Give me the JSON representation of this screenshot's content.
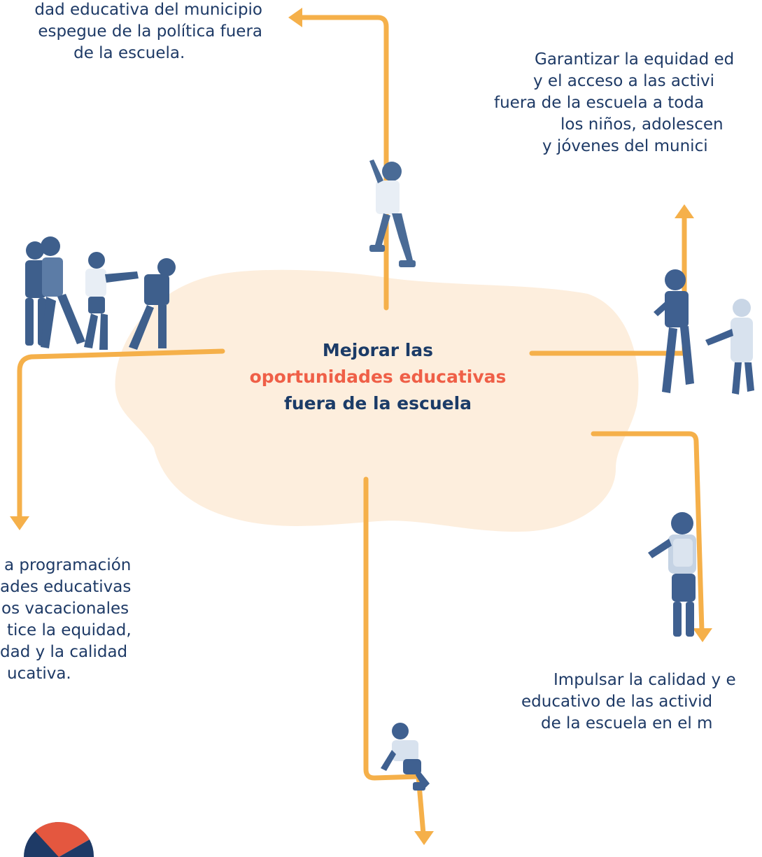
{
  "title": {
    "line1": "Mejorar las",
    "line2": "oportunidades educativas",
    "line3": "fuera de la escuela"
  },
  "goals": {
    "top_left": [
      "dad educativa del municipio",
      "espegue de la política fuera",
      "de la escuela."
    ],
    "top_right": [
      "Garantizar la equidad ed",
      "y el acceso a las activi",
      "fuera de la escuela a toda",
      "los niños, adolescen",
      "y jóvenes del munici"
    ],
    "bottom_left": [
      "a programación",
      "ades educativas",
      "os vacacionales",
      "tice la equidad,",
      "dad y la calidad",
      "ucativa."
    ],
    "bottom_right": [
      "Impulsar la calidad y e",
      "educativo de las activid",
      "de la escuela en el m"
    ]
  },
  "colors": {
    "text": "#1e3a66",
    "accent": "#ef5f47",
    "arrow": "#f5b04a",
    "blob": "#fdeedd",
    "figure": "#4a6b96"
  }
}
